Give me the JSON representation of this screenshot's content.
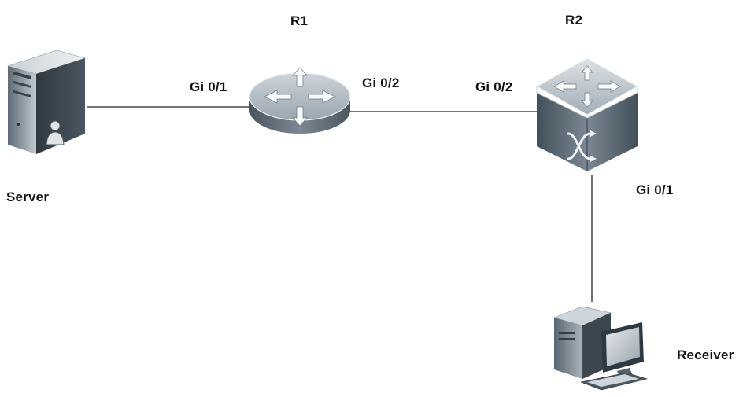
{
  "diagram": {
    "nodes": {
      "server": {
        "label": "Server",
        "icon": "server-tower-icon"
      },
      "r1": {
        "label": "R1",
        "icon": "router-icon"
      },
      "r2": {
        "label": "R2",
        "icon": "layer3-switch-icon"
      },
      "receiver": {
        "label": "Receiver",
        "icon": "desktop-pc-icon"
      }
    },
    "interfaces": {
      "r1_gi01": "Gi 0/1",
      "r1_gi02": "Gi 0/2",
      "r2_gi02": "Gi 0/2",
      "r2_gi01": "Gi 0/1"
    },
    "links": [
      {
        "from": "Server",
        "to": "R1",
        "port": "Gi 0/1"
      },
      {
        "from": "R1",
        "to": "R2",
        "ports": [
          "Gi 0/2",
          "Gi 0/2"
        ]
      },
      {
        "from": "R2",
        "to": "Receiver",
        "port": "Gi 0/1"
      }
    ],
    "colors": {
      "line": "#222222",
      "device_dark": "#3d4852",
      "device_mid": "#8d99a3",
      "device_light": "#d5dbe0"
    }
  }
}
